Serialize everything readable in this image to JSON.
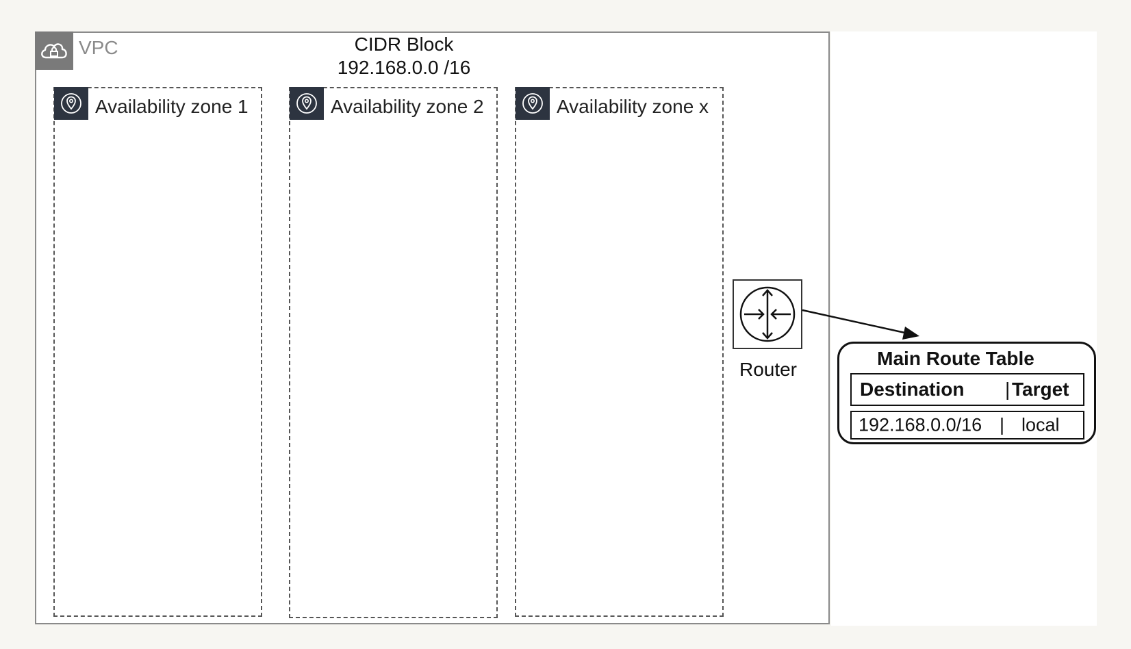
{
  "vpc": {
    "label": "VPC",
    "icon": "cloud-lock-icon",
    "cidr_title": "CIDR Block",
    "cidr_value": "192.168.0.0 /16"
  },
  "availability_zones": [
    {
      "label": "Availability zone 1",
      "icon": "location-pin-icon"
    },
    {
      "label": "Availability zone 2",
      "icon": "location-pin-icon"
    },
    {
      "label": "Availability zone x",
      "icon": "location-pin-icon"
    }
  ],
  "router": {
    "label": "Router",
    "icon": "router-icon"
  },
  "route_table": {
    "title": "Main Route Table",
    "headers": [
      "Destination",
      "Target"
    ],
    "rows": [
      [
        "192.168.0.0/16",
        "local"
      ]
    ]
  },
  "colors": {
    "az_badge": "#2d3440",
    "vpc_badge": "#7a7a7a",
    "vpc_border": "#8a8a8a"
  }
}
